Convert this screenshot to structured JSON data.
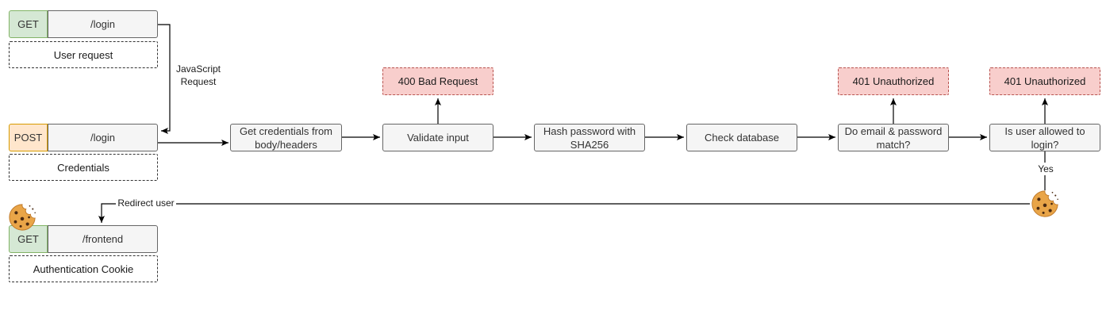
{
  "requests": {
    "get_login": {
      "method": "GET",
      "path": "/login",
      "note": "User request"
    },
    "post_login": {
      "method": "POST",
      "path": "/login",
      "note": "Credentials"
    },
    "get_frontend": {
      "method": "GET",
      "path": "/frontend",
      "note": "Authentication Cookie"
    }
  },
  "steps": {
    "get_credentials": "Get credentials from body/headers",
    "validate_input": "Validate input",
    "hash_password": "Hash password with SHA256",
    "check_database": "Check database",
    "email_password_match": "Do email & password match?",
    "user_allowed": "Is user allowed to login?"
  },
  "errors": {
    "bad_request": "400 Bad Request",
    "unauthorized_1": "401 Unauthorized",
    "unauthorized_2": "401 Unauthorized"
  },
  "edge_labels": {
    "javascript_request": "JavaScript Request",
    "yes": "Yes",
    "redirect_user": "Redirect user"
  },
  "icons": {
    "cookie": "cookie-icon"
  },
  "colors": {
    "get_fill": "#d5e8d4",
    "get_stroke": "#82b366",
    "post_fill": "#ffe6cc",
    "post_stroke": "#d79b00",
    "error_fill": "#f8cecc",
    "error_stroke": "#b85450",
    "step_fill": "#f5f5f5",
    "step_stroke": "#666666"
  }
}
